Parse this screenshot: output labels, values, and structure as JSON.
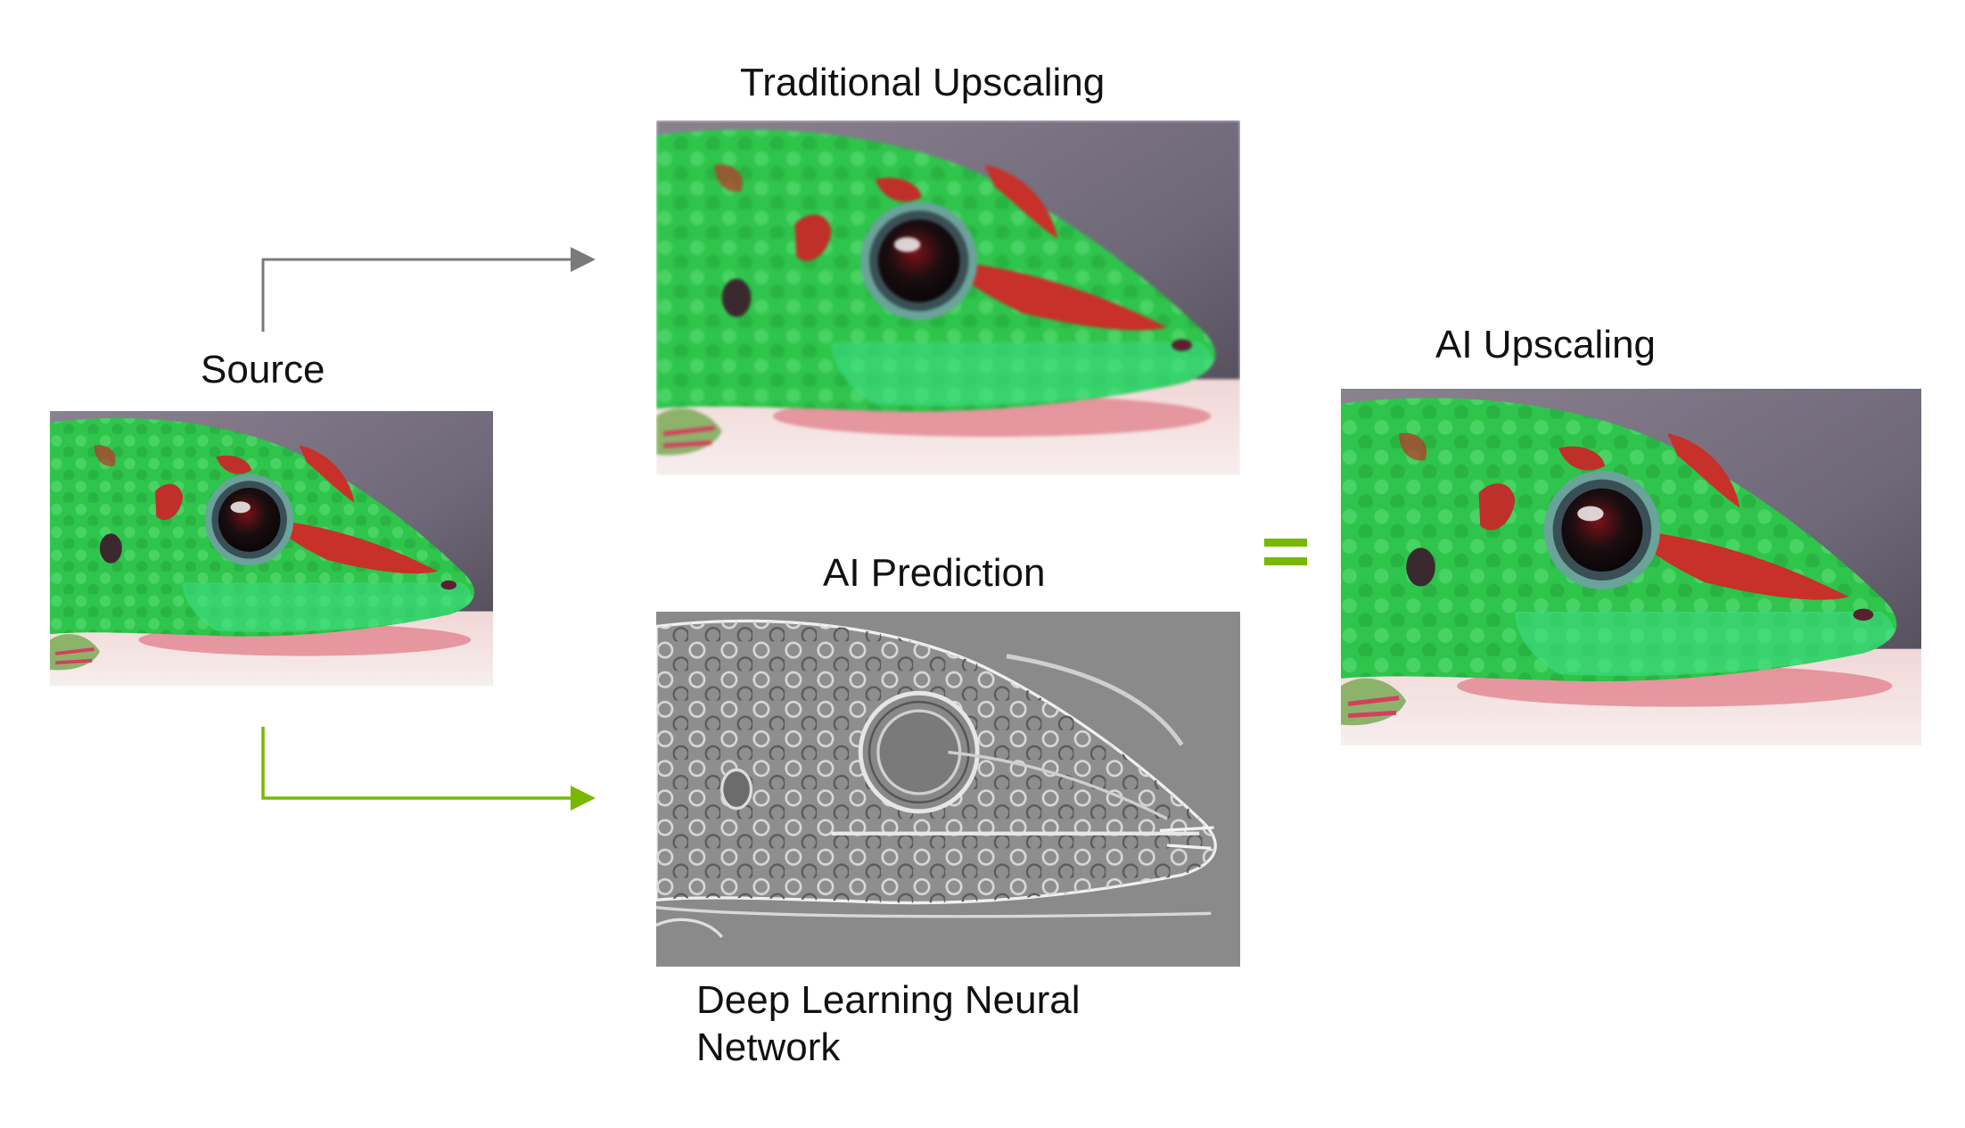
{
  "diagram": {
    "source_label": "Source",
    "traditional_label": "Traditional Upscaling",
    "prediction_label": "AI Prediction",
    "ai_upscaling_label": "AI Upscaling",
    "network_label": "Deep Learning Neural Network",
    "equals_symbol": "="
  },
  "colors": {
    "background": "#ffffff",
    "text": "#111111",
    "traditional_arrow": "#7a7a7a",
    "prediction_arrow": "#76b900",
    "equals": "#76b900",
    "gecko_green": "#34c84a",
    "gecko_red": "#c0302a",
    "prediction_gray": "#8a8a8a"
  },
  "images": {
    "source": "gecko-source-image",
    "traditional": "gecko-traditional-upscaled-image",
    "prediction": "gecko-edge-prediction-image",
    "ai_upscaled": "gecko-ai-upscaled-image"
  }
}
